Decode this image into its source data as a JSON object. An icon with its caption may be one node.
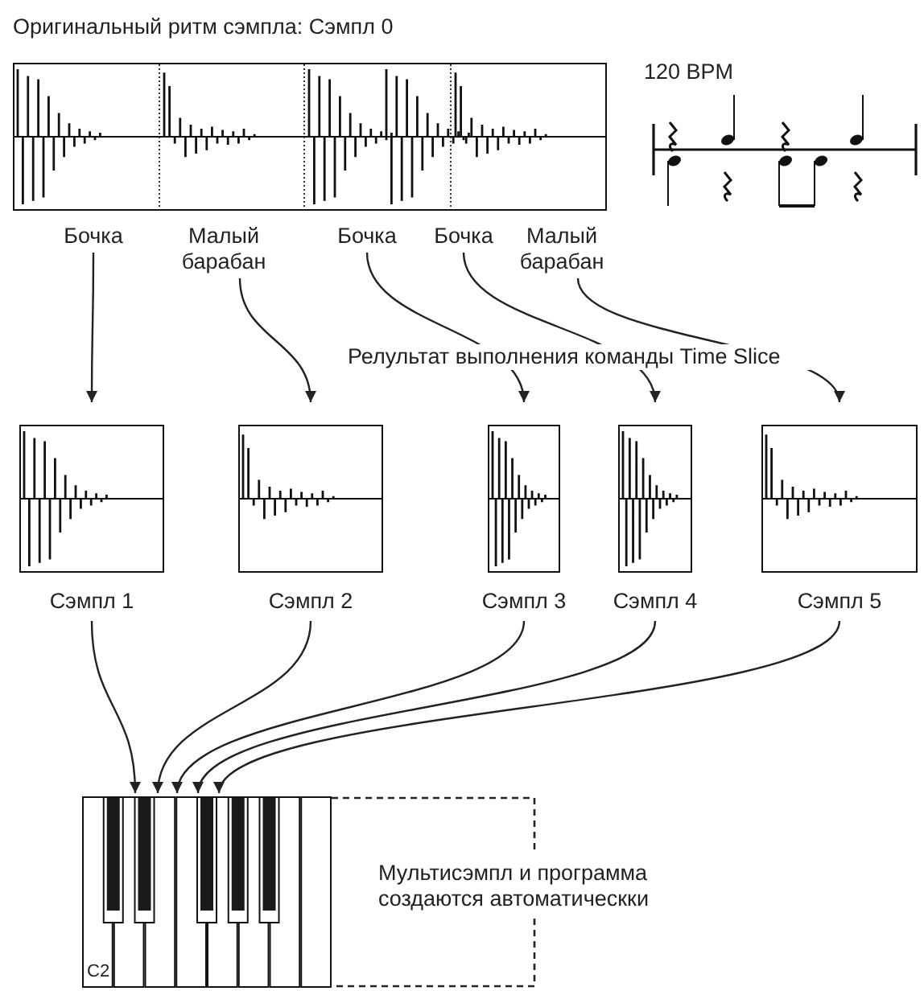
{
  "diagram": {
    "nodes": [
      {
        "text": [
          "Бочка"
        ]
      },
      {
        "text": [
          "Малый барабан"
        ]
      },
      {
        "text": [
          "Бочка"
        ]
      },
      {
        "text": [
          "Бочка"
        ]
      },
      {
        "text": [
          "Малый барабан"
        ]
      },
      {
        "text": [
          "Сэмпл 1"
        ]
      },
      {
        "text": [
          "Сэмпл 2"
        ]
      },
      {
        "text": [
          "Сэмпл 3"
        ]
      },
      {
        "text": [
          "Сэмпл 4"
        ]
      },
      {
        "text": [
          "Сэмпл 5"
        ]
      },
      {
        "text": [
          "Мультисэмпл и программа создаются автоматическки"
        ]
      },
      {
        "text": [
          "C2"
        ]
      }
    ],
    "edges": [
      {
        "from": 0,
        "to": 5,
        "arrow": "to"
      },
      {
        "from": 1,
        "to": 6,
        "arrow": "to"
      },
      {
        "from": 2,
        "to": 7,
        "arrow": "to"
      },
      {
        "from": 3,
        "to": 8,
        "arrow": "to"
      },
      {
        "from": 4,
        "to": 9,
        "arrow": "to"
      },
      {
        "from": 5,
        "to": 11,
        "arrow": "to"
      },
      {
        "from": 6,
        "to": 11,
        "arrow": "to"
      },
      {
        "from": 7,
        "to": 11,
        "arrow": "to"
      },
      {
        "from": 8,
        "to": 11,
        "arrow": "to"
      },
      {
        "from": 9,
        "to": 11,
        "arrow": "to"
      }
    ],
    "labels": [
      "Оригинальный ритм сэмпла: Сэмпл 0",
      "120 BPM",
      "Релультат выполнения команды Time Slice"
    ]
  }
}
